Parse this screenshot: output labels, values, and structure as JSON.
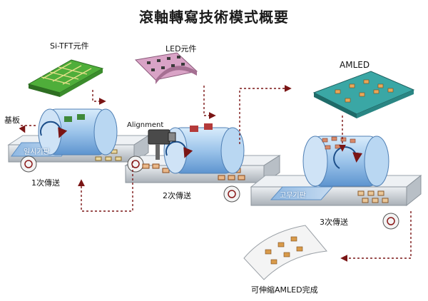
{
  "title": "滾軸轉寫技術模式概要",
  "labels": {
    "si_tft": "Si-TFT元件",
    "led": "LED元件",
    "amled": "AMLED",
    "substrate": "基板",
    "alignment": "Alignment",
    "temp_substrate": "일시기판",
    "rubber_substrate": "고무기판",
    "step1": "1次傳送",
    "step2": "2次傳送",
    "step3": "3次傳送",
    "result": "可伸縮AMLED完成"
  },
  "colors": {
    "arrow": "#7a1515",
    "rail": "#d4d8dc",
    "roller": "#9cc4ea",
    "tft_green": "#4fae3a",
    "led_pink": "#d9a3c6",
    "amled_teal": "#3aa7a5"
  }
}
